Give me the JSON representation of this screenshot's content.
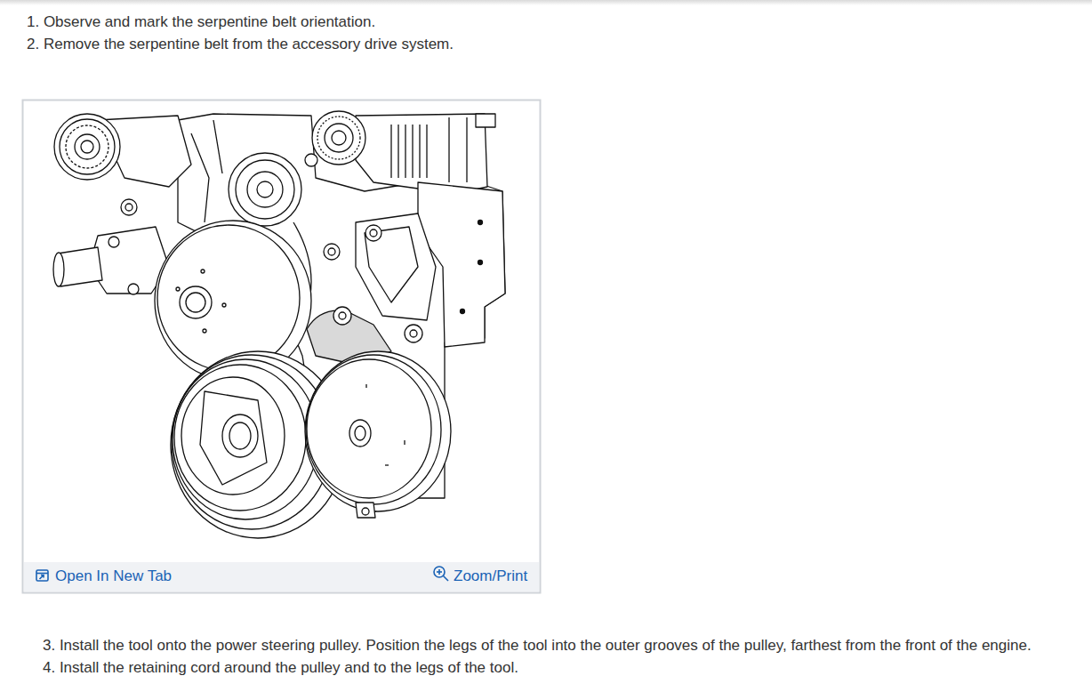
{
  "diagram": {
    "labels": [
      "1. Observe and mark the serpentine belt orientation.",
      "2. Remove the serpentine belt from the accessory drive system.",
      "Open In New Tab",
      "Zoom/Print",
      "3. Install the tool onto the power steering pulley. Position the legs of the tool into the outer grooves of the pulley, farthest from the front of the engine.",
      "4. Install the retaining cord around the pulley and to the legs of the tool."
    ]
  }
}
